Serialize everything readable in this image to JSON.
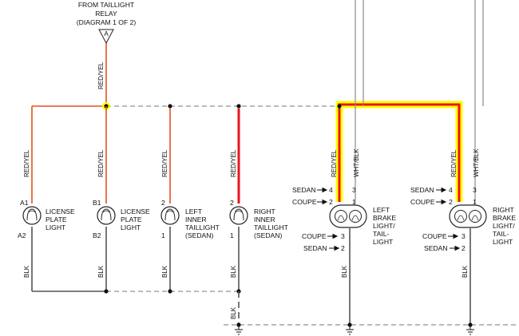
{
  "source": {
    "title_lines": [
      "FROM TAILLIGHT",
      "RELAY",
      "(DIAGRAM 1 OF 2)"
    ],
    "connector": "A"
  },
  "colors": {
    "red_yel_wire": "#e8501e",
    "highlight_red": "#e8141e",
    "highlight_yellow": "#ffff00",
    "blk_wire": "#555555",
    "gray_wire": "#8a8a8a",
    "dash": "#777777"
  },
  "wire_labels": {
    "red_yel": "RED/YEL",
    "blk": "BLK",
    "wht_blk": "WHT/BLK"
  },
  "lamps": [
    {
      "name": "license-plate-light-a",
      "pin_top": "A1",
      "pin_bottom": "A2",
      "label_lines": [
        "LICENSE",
        "PLATE",
        "LIGHT"
      ]
    },
    {
      "name": "license-plate-light-b",
      "pin_top": "B1",
      "pin_bottom": "B2",
      "label_lines": [
        "LICENSE",
        "PLATE",
        "LIGHT"
      ]
    },
    {
      "name": "left-inner-taillight",
      "pin_top": "2",
      "pin_bottom": "1",
      "label_lines": [
        "LEFT",
        "INNER",
        "TAILLIGHT",
        "(SEDAN)"
      ]
    },
    {
      "name": "right-inner-taillight",
      "pin_top": "2",
      "pin_bottom": "1",
      "label_lines": [
        "RIGHT",
        "INNER",
        "TAILLIGHT",
        "(SEDAN)"
      ]
    }
  ],
  "brake_lights": [
    {
      "name": "left-brake-light",
      "label_lines": [
        "LEFT",
        "BRAKE",
        "LIGHT/",
        "TAIL-",
        "LIGHT"
      ],
      "top_left_pins": [
        {
          "variant": "SEDAN",
          "pin": "4"
        },
        {
          "variant": "COUPE",
          "pin": "2"
        }
      ],
      "top_right_pins": [
        "3",
        "1"
      ],
      "bottom_pins": [
        {
          "variant": "COUPE",
          "pin": "3"
        },
        {
          "variant": "SEDAN",
          "pin": "2"
        }
      ]
    },
    {
      "name": "right-brake-light",
      "label_lines": [
        "RIGHT",
        "BRAKE",
        "LIGHT/",
        "TAIL-",
        "LIGHT"
      ],
      "top_left_pins": [
        {
          "variant": "SEDAN",
          "pin": "4"
        },
        {
          "variant": "COUPE",
          "pin": "2"
        }
      ],
      "top_right_pins": [
        "3",
        "1"
      ],
      "bottom_pins": [
        {
          "variant": "COUPE",
          "pin": "3"
        },
        {
          "variant": "SEDAN",
          "pin": "2"
        }
      ]
    }
  ]
}
